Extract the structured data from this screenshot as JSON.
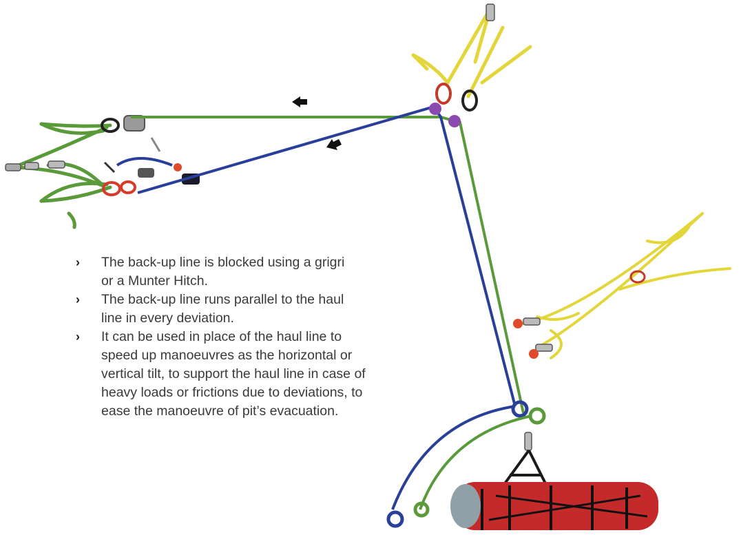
{
  "bullets": {
    "marker": "›",
    "items": [
      "The back-up line is blocked using a grigri or a Munter Hitch.",
      "The back-up line runs parallel to the haul line in every deviation.",
      "It can be used in place of the haul line to speed up manoeuvres as the horizontal or vertical tilt, to support the haul line in case of heavy loads or frictions due to deviations, to ease the manoeuvre of pit’s evacuation."
    ]
  },
  "colors": {
    "haul_line": "#5a9a3a",
    "backup_line": "#2a3f9a",
    "slings": "#e3d63a",
    "anchor_slings": "#5a9a3a",
    "stretcher": "#c42a2a",
    "carabiner_red": "#e04a2a",
    "carabiner_purple": "#8a4ab0",
    "arrows": "#111111"
  }
}
